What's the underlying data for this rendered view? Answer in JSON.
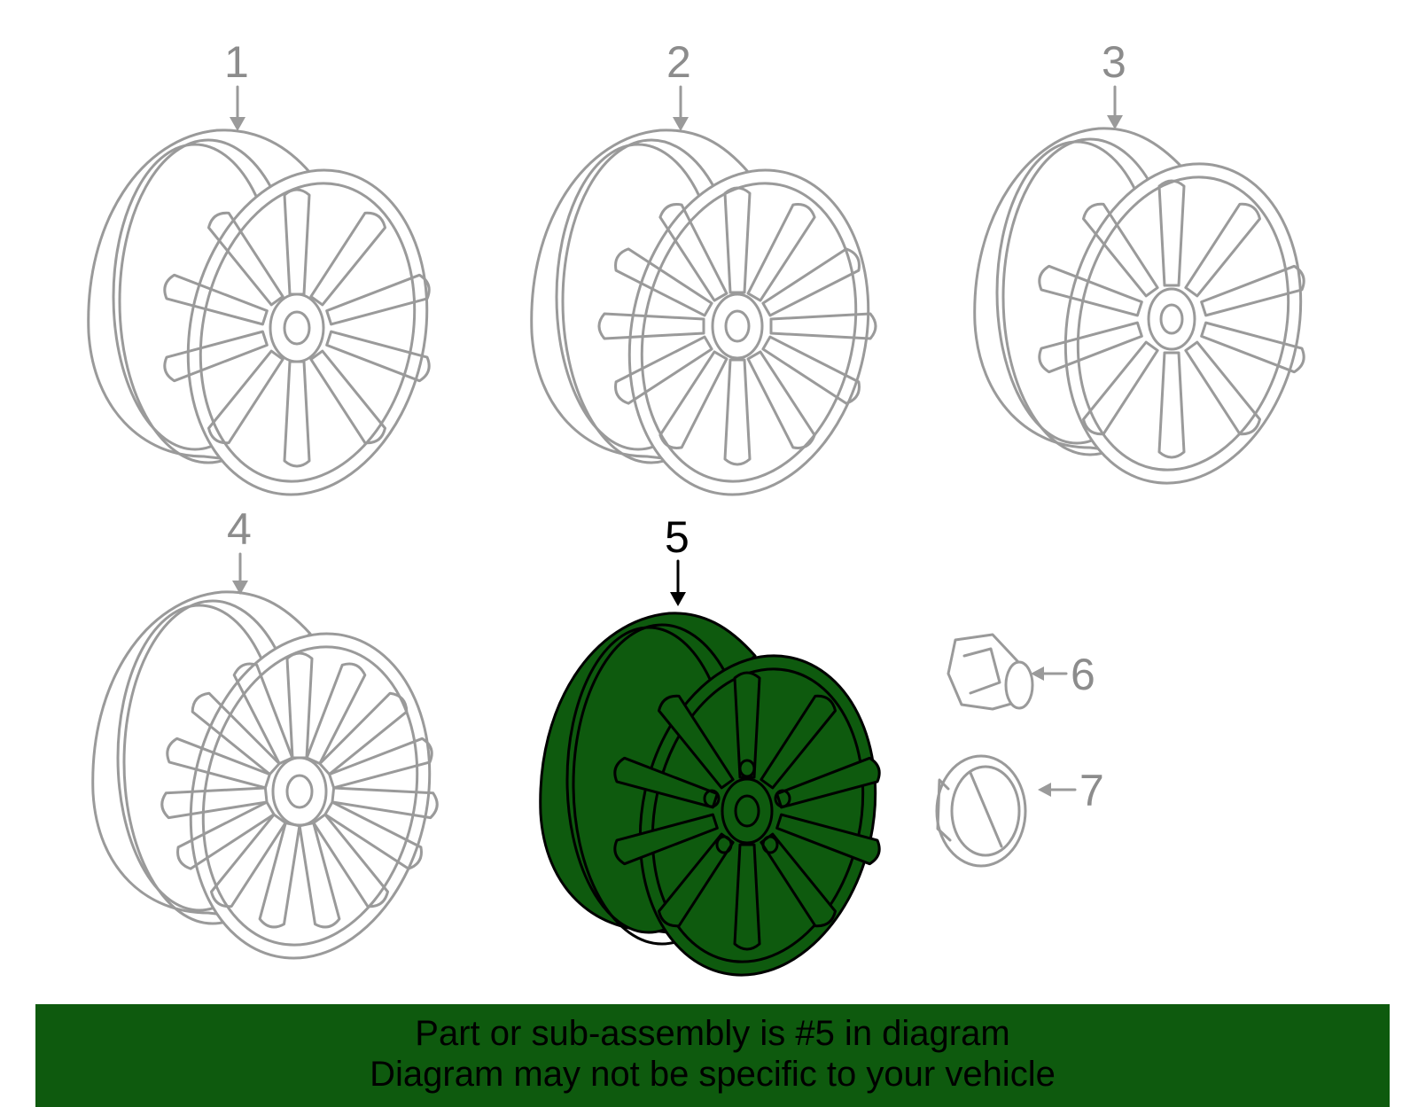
{
  "callouts": {
    "c1": "1",
    "c2": "2",
    "c3": "3",
    "c4": "4",
    "c5": "5",
    "c6": "6",
    "c7": "7"
  },
  "highlighted_part": "5",
  "banner": {
    "line1": "Part or sub-assembly is #5 in diagram",
    "line2": "Diagram may not be specific to your vehicle"
  },
  "colors": {
    "highlight": "#0e5a0e",
    "dimmed_parts": "#9a9a9a",
    "highlight_outline": "#000000"
  }
}
